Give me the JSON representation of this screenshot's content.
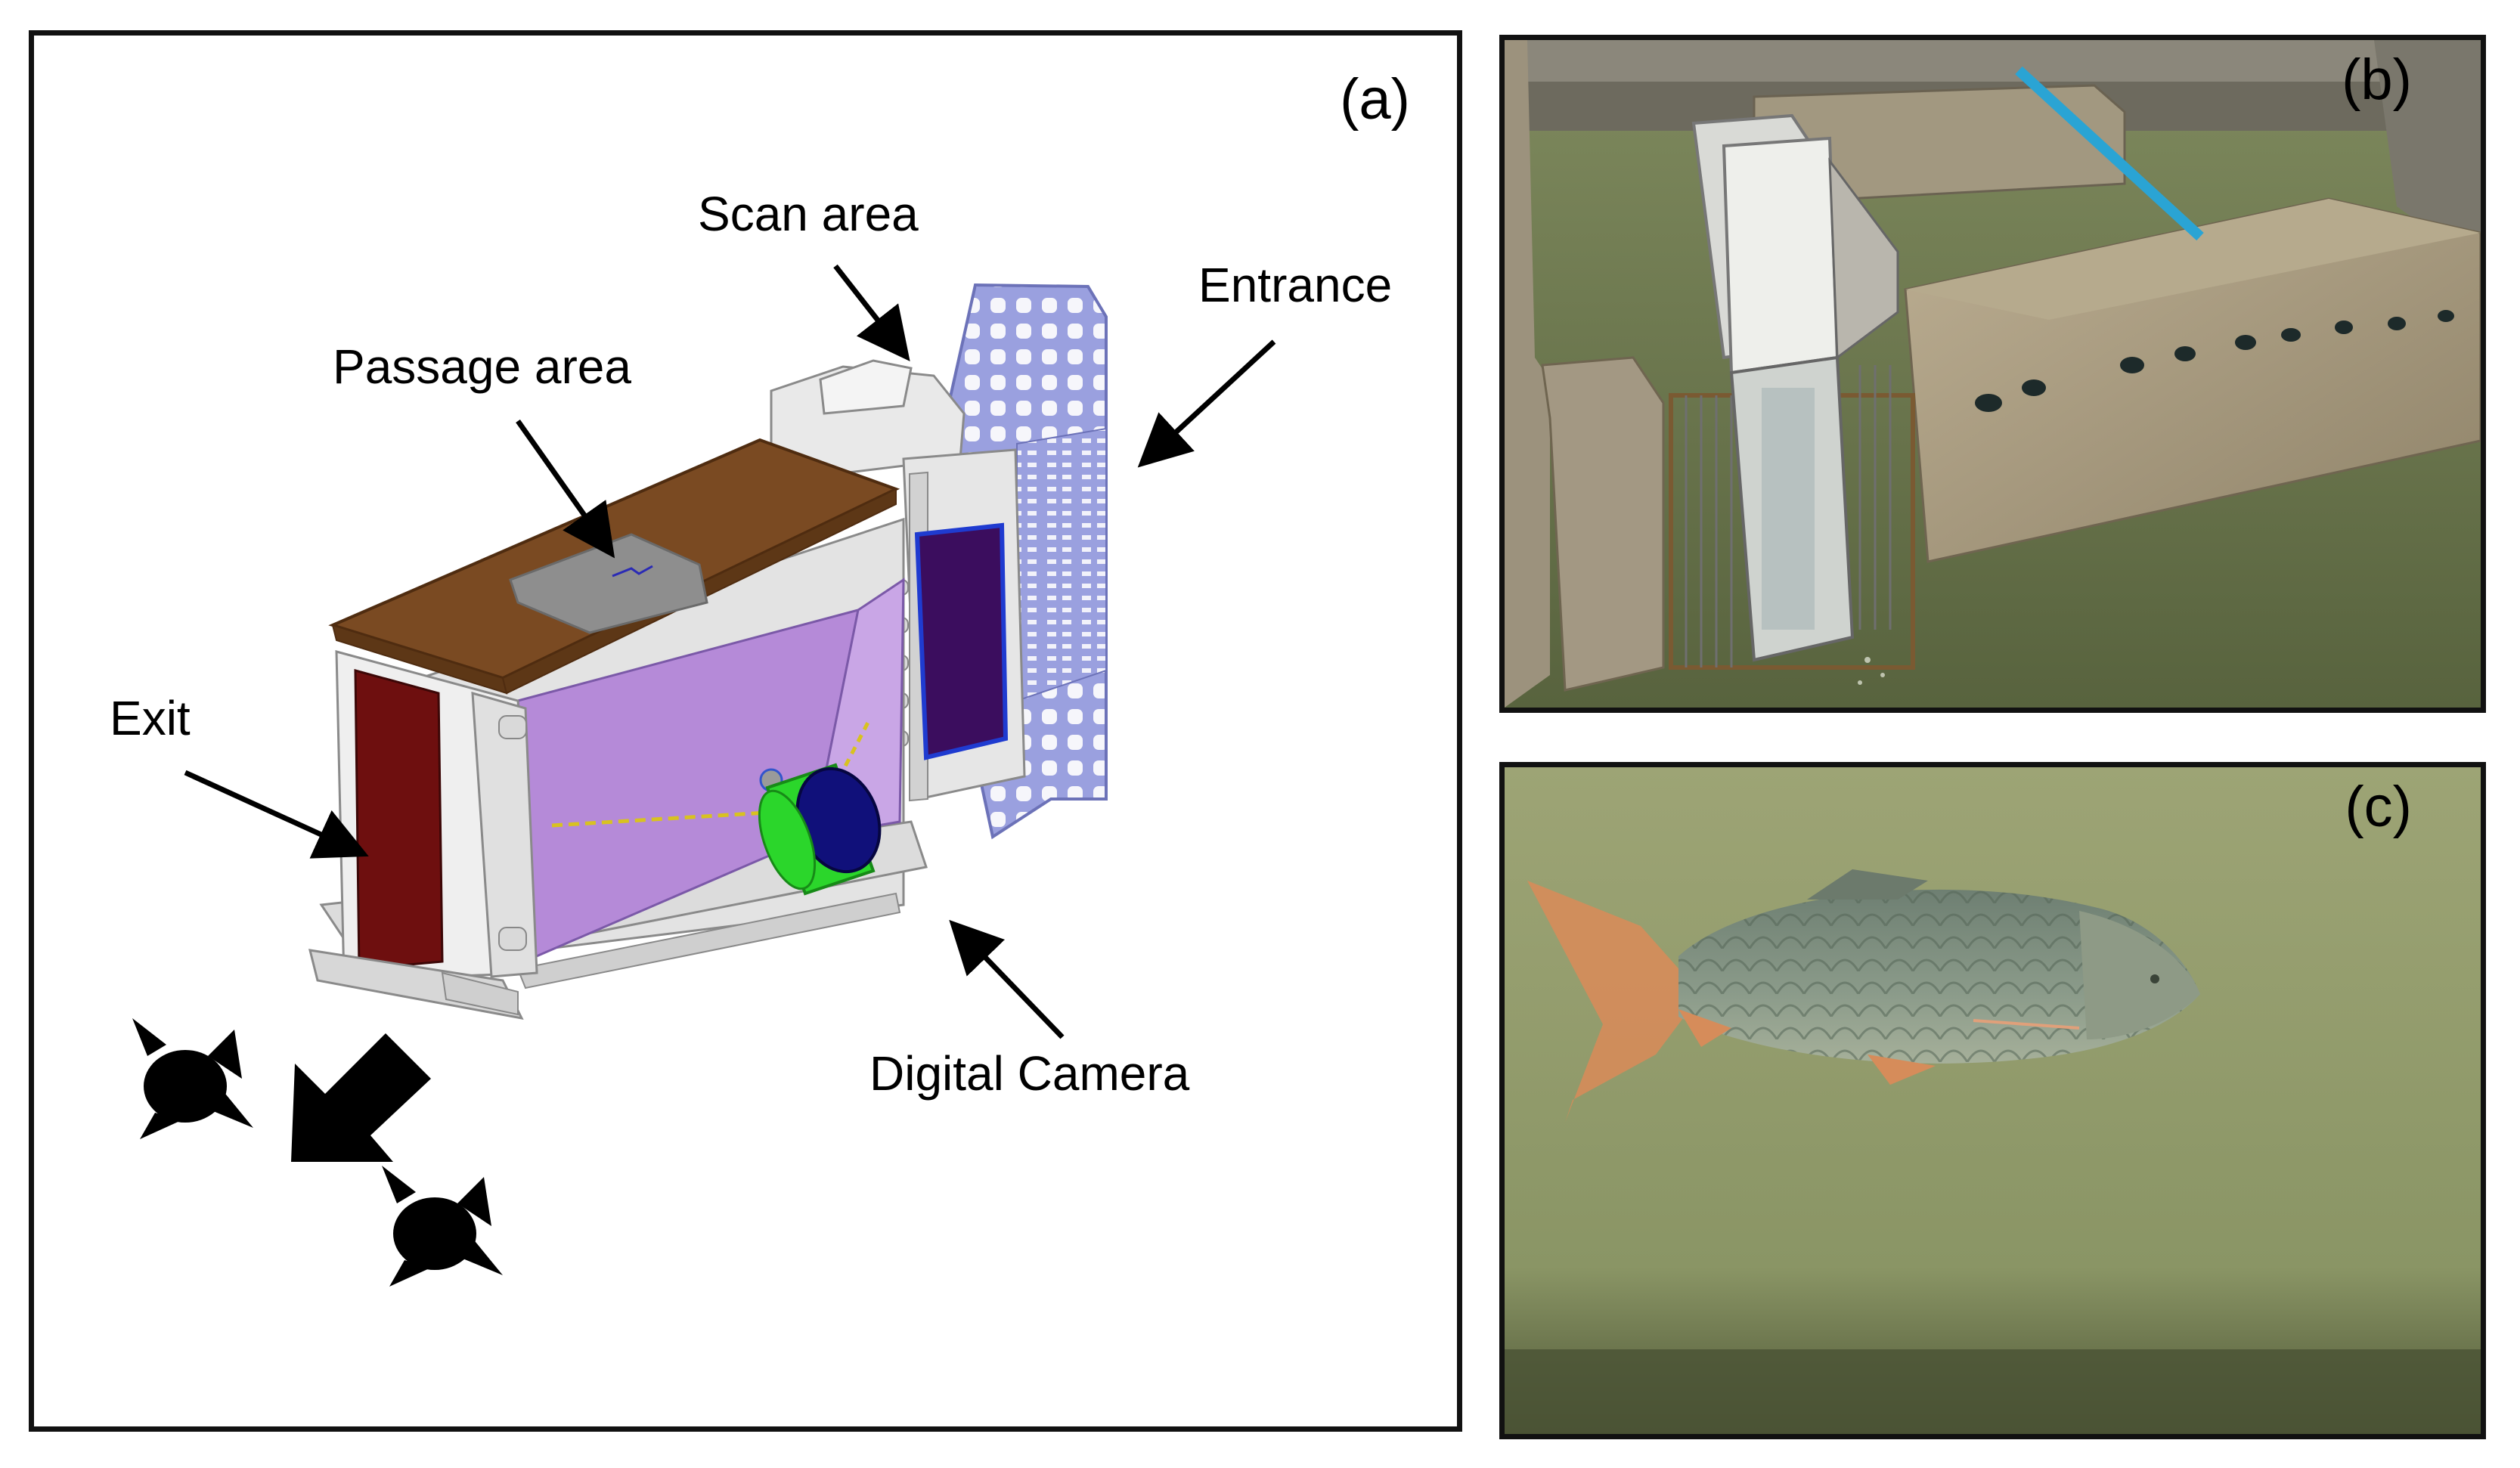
{
  "panel_a": {
    "panel_label": "(a)",
    "labels": {
      "scan_area": "Scan area",
      "entrance": "Entrance",
      "passage_area": "Passage area",
      "exit": "Exit",
      "digital_camera": "Digital Camera"
    }
  },
  "panel_b": {
    "panel_label": "(b)"
  },
  "panel_c": {
    "panel_label": "(c)"
  },
  "colors": {
    "roof": "#7a4a22",
    "exit_panel": "#6e0f0f",
    "mirror_panel": "#b58ad8",
    "camera_body": "#2bd62b",
    "camera_lens": "#10107a",
    "entrance_mesh": "#8f95d8",
    "frame": "#e4e4e4",
    "water": "#8f9c68"
  }
}
